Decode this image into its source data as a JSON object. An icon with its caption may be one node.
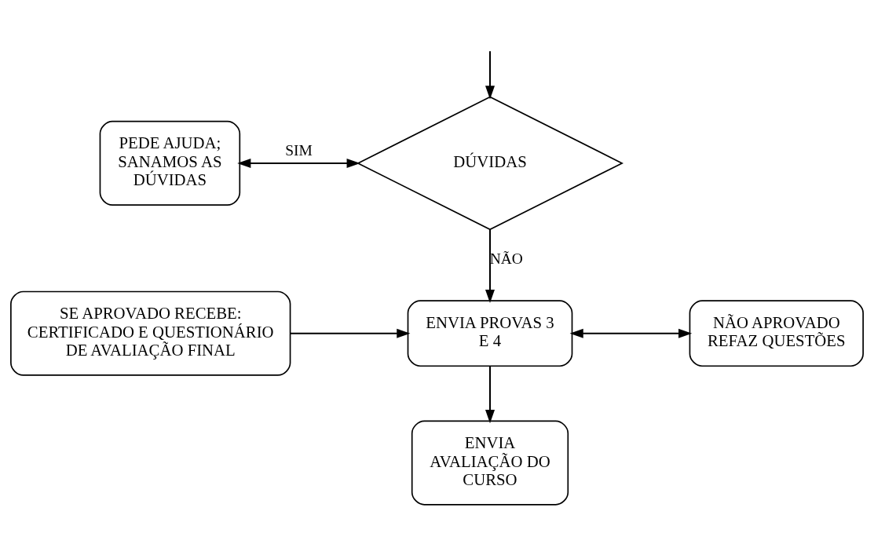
{
  "diagram": {
    "nodes": [
      {
        "text": [
          "PEDE AJUDA; SANAMOS AS DÚVIDAS"
        ]
      },
      {
        "text": [
          "DÚVIDAS"
        ]
      },
      {
        "text": [
          "SE APROVADO RECEBE: CERTIFICADO E QUESTIONÁRIO DE AVALIAÇÃO FINAL"
        ]
      },
      {
        "text": [
          "ENVIA PROVAS 3 E 4"
        ]
      },
      {
        "text": [
          "NÃO APROVADO REFAZ QUESTÕES"
        ]
      },
      {
        "text": [
          "ENVIA AVALIAÇÃO DO CURSO"
        ]
      }
    ],
    "edges": [
      {
        "from": null,
        "to": 1,
        "arrow": "to"
      },
      {
        "from": 0,
        "to": 1,
        "arrow": "both",
        "label": "SIM"
      },
      {
        "from": 1,
        "to": 3,
        "arrow": "to",
        "label": "NÃO"
      },
      {
        "from": 2,
        "to": 3,
        "arrow": "to"
      },
      {
        "from": 3,
        "to": 4,
        "arrow": "both"
      },
      {
        "from": 3,
        "to": 5,
        "arrow": "to"
      }
    ]
  }
}
